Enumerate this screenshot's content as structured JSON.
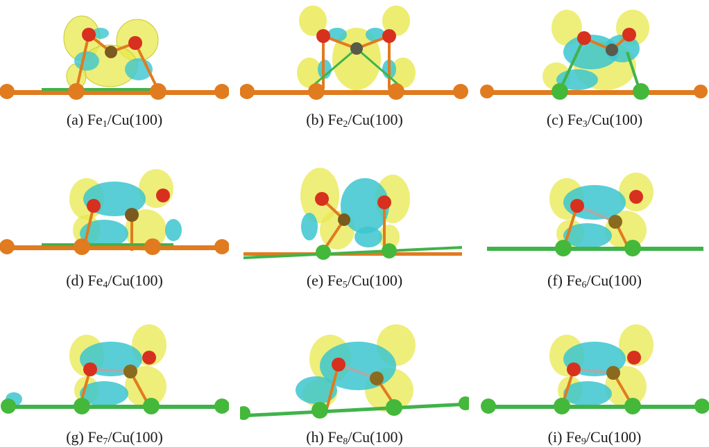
{
  "figure": {
    "panels": [
      {
        "label": "(a)",
        "fe": "Fe",
        "n": "1",
        "sub": "/Cu(100)",
        "variant": "cu-orange"
      },
      {
        "label": "(b)",
        "fe": "Fe",
        "n": "2",
        "sub": "/Cu(100)",
        "variant": "cu-orange"
      },
      {
        "label": "(c)",
        "fe": "Fe",
        "n": "3",
        "sub": "/Cu(100)",
        "variant": "cu-green"
      },
      {
        "label": "(d)",
        "fe": "Fe",
        "n": "4",
        "sub": "/Cu(100)",
        "variant": "cu-orange"
      },
      {
        "label": "(e)",
        "fe": "Fe",
        "n": "5",
        "sub": "/Cu(100)",
        "variant": "cu-orange"
      },
      {
        "label": "(f)",
        "fe": "Fe",
        "n": "6",
        "sub": "/Cu(100)",
        "variant": "cu-green"
      },
      {
        "label": "(g)",
        "fe": "Fe",
        "n": "7",
        "sub": "/Cu(100)",
        "variant": "cu-green"
      },
      {
        "label": "(h)",
        "fe": "Fe",
        "n": "8",
        "sub": "/Cu(100)",
        "variant": "cu-green"
      },
      {
        "label": "(i)",
        "fe": "Fe",
        "n": "9",
        "sub": "/Cu(100)",
        "variant": "cu-green"
      }
    ],
    "colors": {
      "charge_accumulation": "#e6e64a",
      "charge_depletion": "#3cc6cf",
      "oxygen_atom": "#d7301f",
      "iron_atom": "#7a5a1e",
      "copper_atom_orange": "#e07b1f",
      "copper_atom_green": "#44b83a",
      "bond_orange": "#e07b1f",
      "bond_green": "#3fb34a"
    }
  }
}
